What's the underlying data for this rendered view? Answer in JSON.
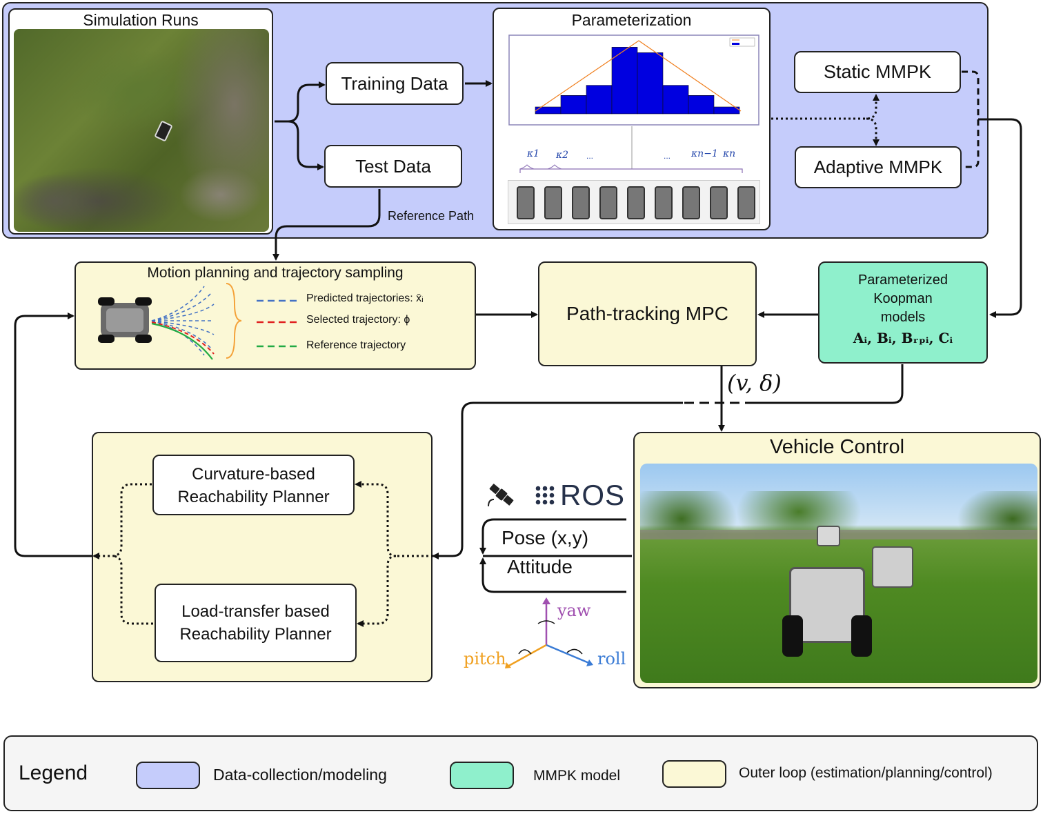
{
  "colors": {
    "data_collection": "#c5ccfb",
    "mmpk": "#8ff0cc",
    "outer_loop": "#fbf8d6",
    "orange": "#f4a239",
    "pred": "#4472c4",
    "sel": "#e02020",
    "ref": "#22aa44"
  },
  "sim": {
    "title": "Simulation Runs"
  },
  "training_data": "Training Data",
  "test_data": "Test Data",
  "reference_path": "Reference Path",
  "param": {
    "title": "Parameterization",
    "kappa": [
      "κ1",
      "κ2",
      "...",
      "...",
      "κn−1",
      "κn"
    ],
    "hist_values": [
      0.15,
      0.4,
      0.62,
      1.45,
      1.33,
      0.62,
      0.4,
      0.15
    ]
  },
  "static_mmpk": "Static MMPK",
  "adaptive_mmpk": "Adaptive MMPK",
  "motion": {
    "title": "Motion planning and trajectory sampling",
    "predicted": "Predicted trajectories: x̄ᵢ",
    "selected": "Selected trajectory: ϕ",
    "reference": "Reference trajectory"
  },
  "mpc": "Path-tracking MPC",
  "koopman": {
    "line1": "Parameterized",
    "line2": "Koopman",
    "line3": "models",
    "matrices": "Aᵢ, Bᵢ, Bᵣₚᵢ, Cᵢ"
  },
  "control_input": "(v, δ)",
  "vehicle_control": "Vehicle Control",
  "ros": "ROS",
  "pose": "Pose (x,y)",
  "attitude": "Attitude",
  "axes": {
    "yaw": "yaw",
    "pitch": "pitch",
    "roll": "roll"
  },
  "planner1": {
    "line1": "Curvature-based",
    "line2": "Reachability Planner"
  },
  "planner2": {
    "line1": "Load-transfer based",
    "line2": "Reachability Planner"
  },
  "legend": {
    "title": "Legend",
    "items": [
      "Data-collection/modeling",
      "MMPK model",
      "Outer loop (estimation/planning/control)"
    ]
  }
}
